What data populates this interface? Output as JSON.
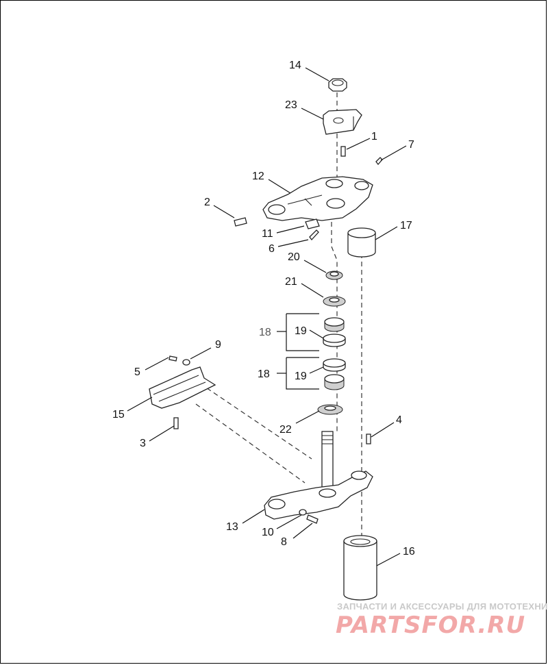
{
  "labels": {
    "l1": "1",
    "l2": "2",
    "l3": "3",
    "l4": "4",
    "l5": "5",
    "l6": "6",
    "l7": "7",
    "l8": "8",
    "l9": "9",
    "l10": "10",
    "l11": "11",
    "l12": "12",
    "l13": "13",
    "l14": "14",
    "l15": "15",
    "l16": "16",
    "l17": "17",
    "l18a": "18",
    "l18b": "18",
    "l19a": "19",
    "l19b": "19",
    "l20": "20",
    "l21": "21",
    "l22": "22",
    "l23": "23"
  },
  "watermark": {
    "caption": "ЗАПЧАСТИ И АКСЕССУАРЫ ДЛЯ МОТОТЕХНИКИ",
    "logo": "PARTSFOR.RU"
  }
}
